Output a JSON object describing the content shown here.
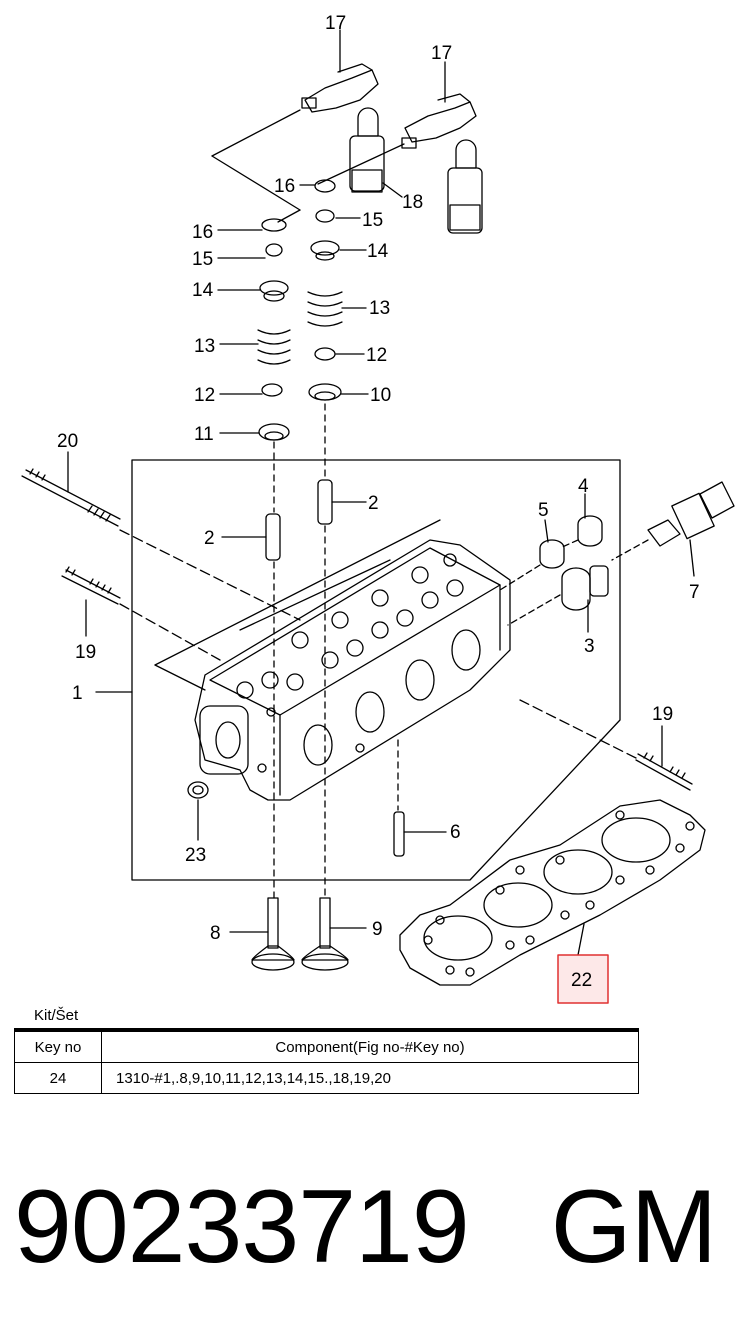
{
  "diagram": {
    "callouts": [
      {
        "id": "17a",
        "label": "17"
      },
      {
        "id": "17b",
        "label": "17"
      },
      {
        "id": "16a",
        "label": "16"
      },
      {
        "id": "18",
        "label": "18"
      },
      {
        "id": "16b",
        "label": "16"
      },
      {
        "id": "15b",
        "label": "15"
      },
      {
        "id": "15a",
        "label": "15"
      },
      {
        "id": "14b",
        "label": "14"
      },
      {
        "id": "14a",
        "label": "14"
      },
      {
        "id": "13b",
        "label": "13"
      },
      {
        "id": "13a",
        "label": "13"
      },
      {
        "id": "12b",
        "label": "12"
      },
      {
        "id": "12a",
        "label": "12"
      },
      {
        "id": "10",
        "label": "10"
      },
      {
        "id": "11",
        "label": "11"
      },
      {
        "id": "20",
        "label": "20"
      },
      {
        "id": "4",
        "label": "4"
      },
      {
        "id": "5",
        "label": "5"
      },
      {
        "id": "2b",
        "label": "2"
      },
      {
        "id": "2a",
        "label": "2"
      },
      {
        "id": "7",
        "label": "7"
      },
      {
        "id": "19a",
        "label": "19"
      },
      {
        "id": "3",
        "label": "3"
      },
      {
        "id": "1",
        "label": "1"
      },
      {
        "id": "19b",
        "label": "19"
      },
      {
        "id": "6",
        "label": "6"
      },
      {
        "id": "23",
        "label": "23"
      },
      {
        "id": "8",
        "label": "8"
      },
      {
        "id": "9",
        "label": "9"
      },
      {
        "id": "22",
        "label": "22",
        "highlighted": true
      }
    ],
    "highlight_color": "#e03030"
  },
  "kit": {
    "title": "Kit/Šet",
    "headers": [
      "Key no",
      "Component(Fig no-#Key no)"
    ],
    "rows": [
      {
        "key": "24",
        "components": "1310-#1,.8,9,10,11,12,13,14,15.,18,19,20"
      }
    ]
  },
  "part": {
    "number": "90233719",
    "brand": "GM"
  }
}
